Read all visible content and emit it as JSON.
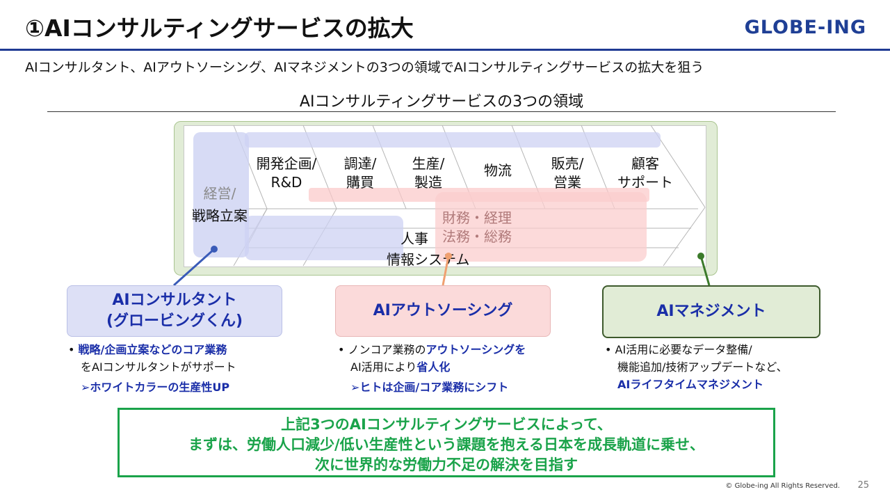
{
  "header": {
    "title": "①AIコンサルティングサービスの拡大",
    "logo": "GLOBE-ING"
  },
  "subtitle": "AIコンサルタント、AIアウトソーシング、AIマネジメントの3つの領域でAIコンサルティングサービスの拡大を狙う",
  "diagram": {
    "heading": "AIコンサルティングサービスの3つの領域",
    "stages": [
      {
        "line1": "開発企画/",
        "line2": "R&D"
      },
      {
        "line1": "調達/",
        "line2": "購買"
      },
      {
        "line1": "生産/",
        "line2": "製造"
      },
      {
        "line1": "物流",
        "line2": ""
      },
      {
        "line1": "販売/",
        "line2": "営業"
      },
      {
        "line1": "顧客",
        "line2": "サポート"
      }
    ],
    "left_block": {
      "line1": "経営/",
      "line2": "戦略立案"
    },
    "support": {
      "finance_line1": "財務・経理",
      "finance_line2": "法務・総務",
      "hr": "人事",
      "it": "情報システム"
    }
  },
  "callouts": {
    "consultant": {
      "line1": "AIコンサルタント",
      "line2": "(グロービングくん)"
    },
    "outsourcing": {
      "label": "AIアウトソーシング"
    },
    "management": {
      "label": "AIマネジメント"
    }
  },
  "bullets": {
    "consultant": {
      "bold_part": "戦略/企画立案などのコア業務",
      "line2": "をAIコンサルタントがサポート",
      "arrow_line": "➢ホワイトカラーの生産性UP"
    },
    "outsourcing": {
      "pre": "ノンコア業務の",
      "bold_part": "アウトソーシングを",
      "line2_pre": "AI活用により",
      "line2_bold": "省人化",
      "arrow_line": "➢ヒトは企画/コア業務にシフト"
    },
    "management": {
      "line1": "AI活用に必要なデータ整備/",
      "line2": "機能追加/技術アップデートなど、",
      "line3": "AIライフタイムマネジメント"
    }
  },
  "conclusion": {
    "line1": "上記3つのAIコンサルティングサービスによって、",
    "line2": "まずは、労働人口減少/低い生産性という課題を抱える日本を成長軌道に乗せ、",
    "line3": "次に世界的な労働力不足の解決を目指す"
  },
  "footer": {
    "copyright": "© Globe-ing All Rights Reserved.",
    "page": "25"
  },
  "colors": {
    "accent_blue": "#1a2ea8",
    "rule_blue": "#1f3a93",
    "green": "#1aa34a",
    "lavender": "#dde0f6",
    "pink": "#fbdada",
    "mint": "#e1ecd6"
  }
}
